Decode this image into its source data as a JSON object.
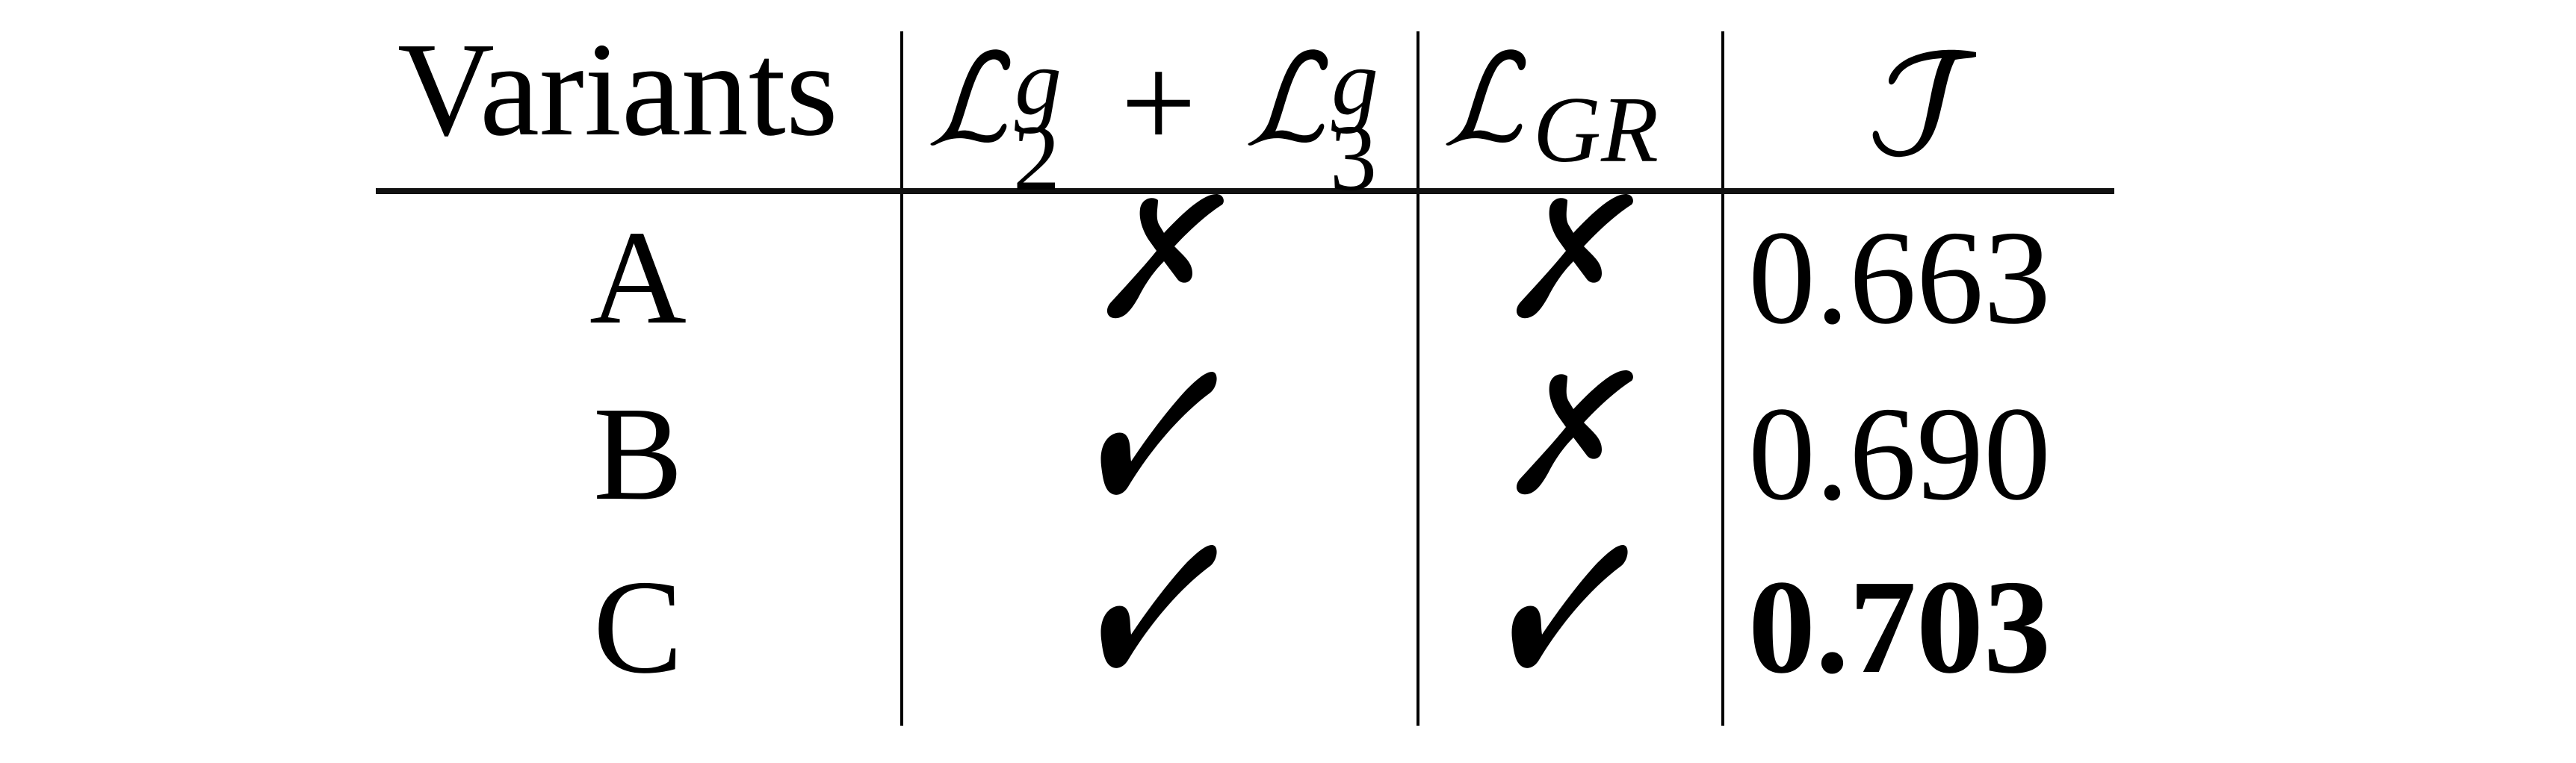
{
  "table": {
    "headers": {
      "variants": "Variants",
      "col_loss23": {
        "symbol": "L",
        "sup1": "g",
        "sub1": "2",
        "operator": "+",
        "sup2": "g",
        "sub2": "3",
        "latex": "\\mathcal{L}_2^g + \\mathcal{L}_3^g"
      },
      "col_loss_gr": {
        "symbol": "L",
        "sub": "GR",
        "latex": "\\mathcal{L}_{GR}"
      },
      "col_metric": {
        "symbol": "J",
        "latex": "\\mathcal{J}"
      }
    },
    "rows": [
      {
        "variant": "A",
        "loss23": "cross",
        "loss_gr": "cross",
        "metric": "0.663",
        "best": false
      },
      {
        "variant": "B",
        "loss23": "check",
        "loss_gr": "cross",
        "metric": "0.690",
        "best": false
      },
      {
        "variant": "C",
        "loss23": "check",
        "loss_gr": "check",
        "metric": "0.703",
        "best": true
      }
    ],
    "icons": {
      "check": "check-mark-icon (✔)",
      "cross": "cross-mark-icon (✘)"
    }
  }
}
